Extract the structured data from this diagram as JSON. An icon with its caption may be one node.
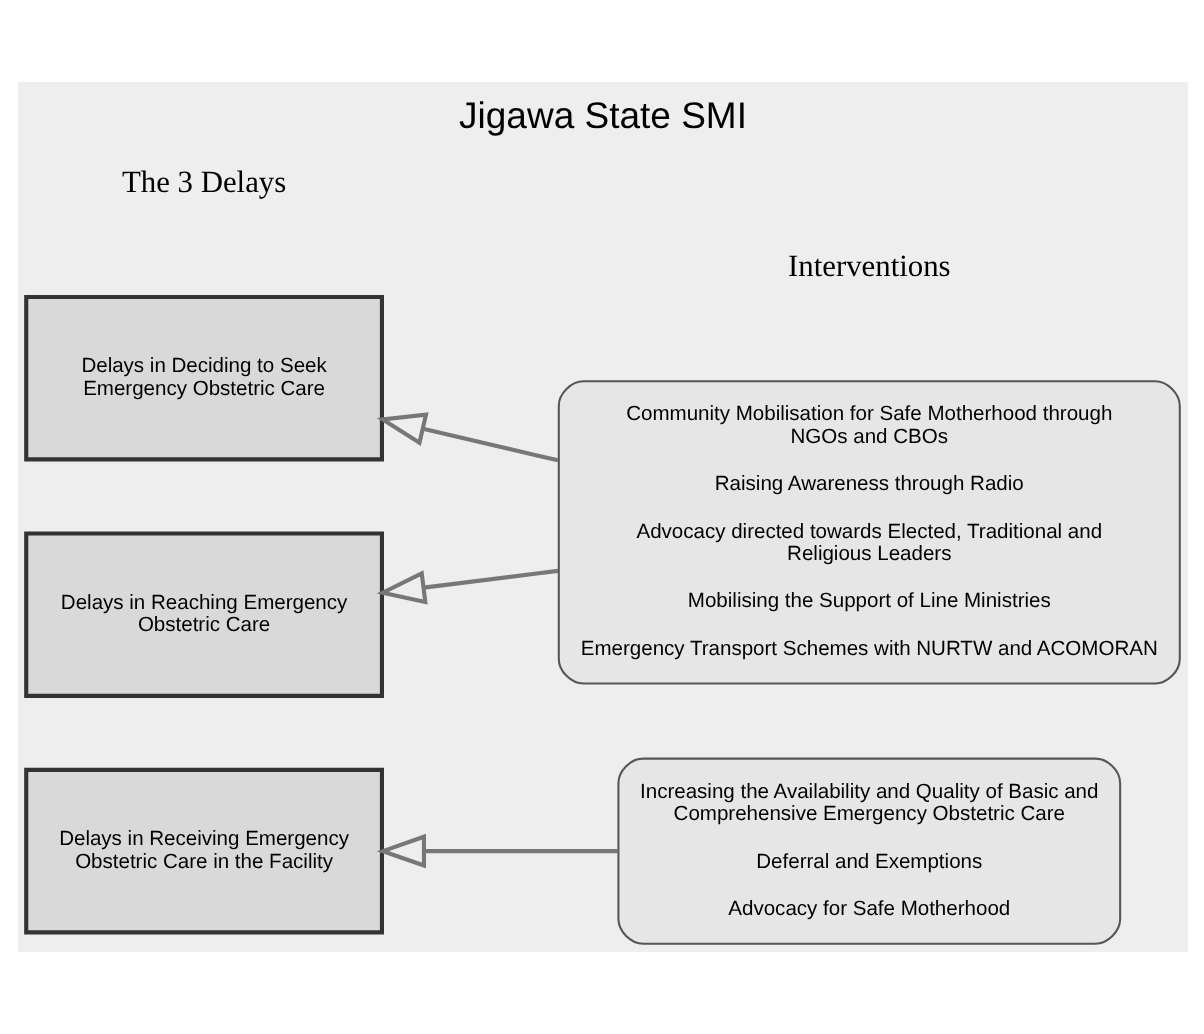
{
  "diagram": {
    "title": "Jigawa State SMI",
    "nodes": [
      {
        "text": [
          "Delays in Deciding to Seek Emergency Obstetric Care"
        ]
      },
      {
        "text": [
          "Delays in Reaching Emergency Obstetric Care"
        ]
      },
      {
        "text": [
          "Delays in Receiving Emergency Obstetric Care in the Facility"
        ]
      },
      {
        "text": [
          "Community Mobilisation for Safe Motherhood through NGOs and CBOs",
          "Raising Awareness through Radio",
          "Advocacy directed towards Elected, Traditional and Religious Leaders",
          "Mobilising the Support of Line Ministries",
          "Emergency Transport Schemes with NURTW and ACOMORAN"
        ]
      },
      {
        "text": [
          "Increasing the Availability and Quality of Basic and Comprehensive Emergency Obstetric Care",
          "Deferral and Exemptions",
          "Advocacy for Safe Motherhood"
        ]
      }
    ],
    "edges": [
      {
        "from": 3,
        "to": 0,
        "arrow": "to"
      },
      {
        "from": 3,
        "to": 1,
        "arrow": "to"
      },
      {
        "from": 4,
        "to": 2,
        "arrow": "to"
      }
    ],
    "labels": [
      "The 3 Delays",
      "Interventions"
    ]
  }
}
